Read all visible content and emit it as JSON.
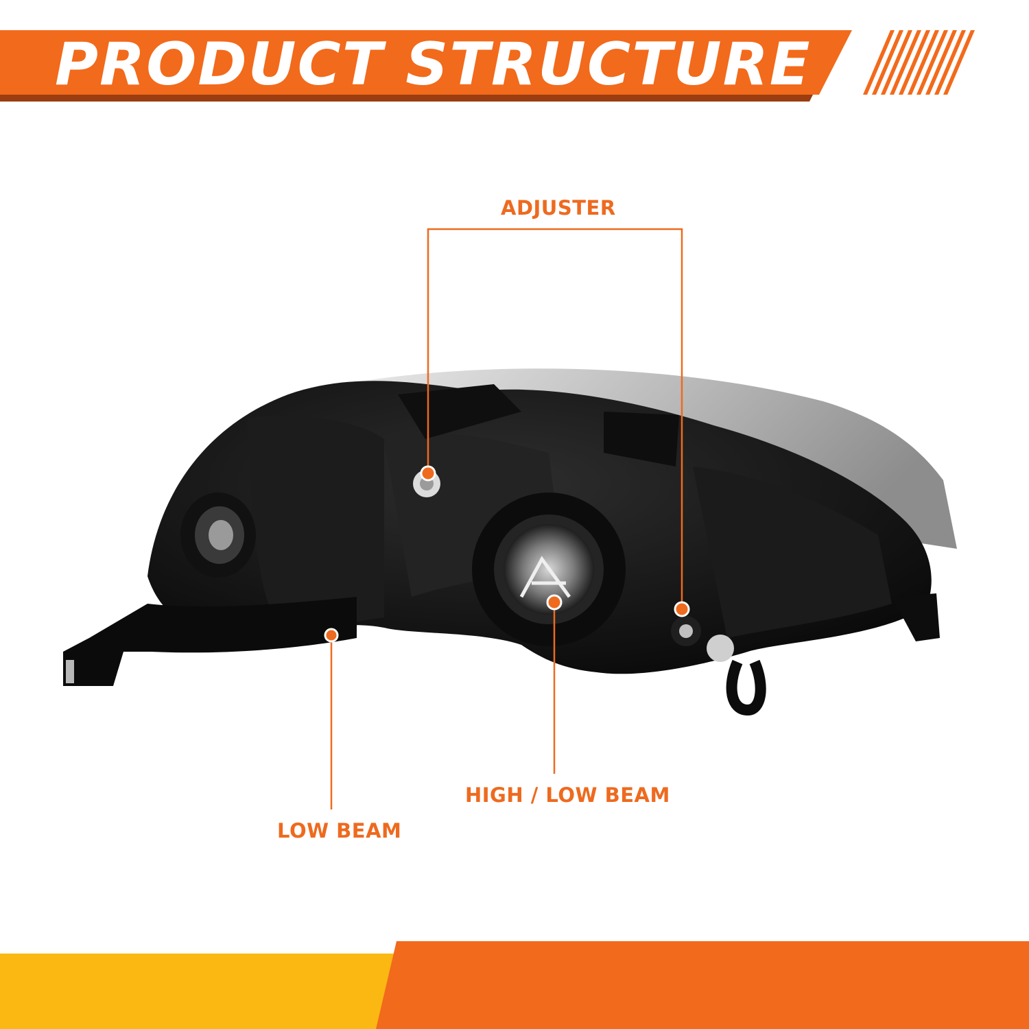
{
  "banner": {
    "title": "PRODUCT STRUCTURE",
    "color": "#f26a1b",
    "shadow_color": "#9a3d10",
    "stripe_count": 10
  },
  "callouts": {
    "adjuster": "ADJUSTER",
    "high_low_beam": "HIGH / LOW BEAM",
    "low_beam": "LOW BEAM",
    "line_color": "#ee6a1f"
  },
  "footer": {
    "left_color": "#fbb813",
    "right_color": "#f26a1b"
  }
}
